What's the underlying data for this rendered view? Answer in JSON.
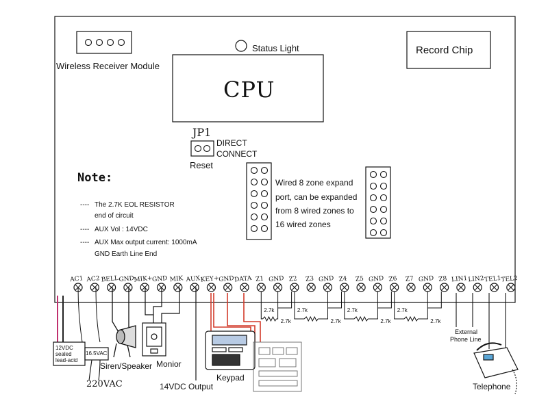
{
  "board": {
    "wireless_module": "Wireless Receiver Module",
    "status_light": "Status Light",
    "record_chip": "Record Chip",
    "cpu": "CPU",
    "jp1": "JP1",
    "direct_connect_1": "DIRECT",
    "direct_connect_2": "CONNECT",
    "reset": "Reset",
    "note_title": "Note:",
    "notes": [
      "The 2.7K EOL RESISTOR",
      "end of circuit",
      "AUX Vol : 14VDC",
      "AUX Max output current: 1000mA",
      "GND Earth Line End"
    ],
    "note_dash": "----",
    "expand_text": [
      "Wired 8 zone expand",
      "port, can be expanded",
      "from 8 wired zones to",
      "16 wired zones"
    ]
  },
  "terminals": [
    "AC1",
    "AC2",
    "BELL",
    "GND",
    "MIK+",
    "GND",
    "MIK",
    "AUX",
    "KEY+",
    "GND",
    "DATA",
    "Z1",
    "GND",
    "Z2",
    "Z3",
    "GND",
    "Z4",
    "Z5",
    "GND",
    "Z6",
    "Z7",
    "GND",
    "Z8",
    "LIN1",
    "LIN2",
    "TEL1",
    "TEL2"
  ],
  "resistor_label": "2.7k",
  "external": {
    "battery_1": "12VDC",
    "battery_2": "sealed",
    "battery_3": "lead-acid",
    "transformer": "16.5VAC",
    "mains": "220VAC",
    "siren": "Siren/Speaker",
    "monitor": "Monior",
    "aux_output": "14VDC Output",
    "keypad": "Keypad",
    "ext_line_1": "External",
    "ext_line_2": "Phone Line",
    "telephone": "Telephone"
  }
}
